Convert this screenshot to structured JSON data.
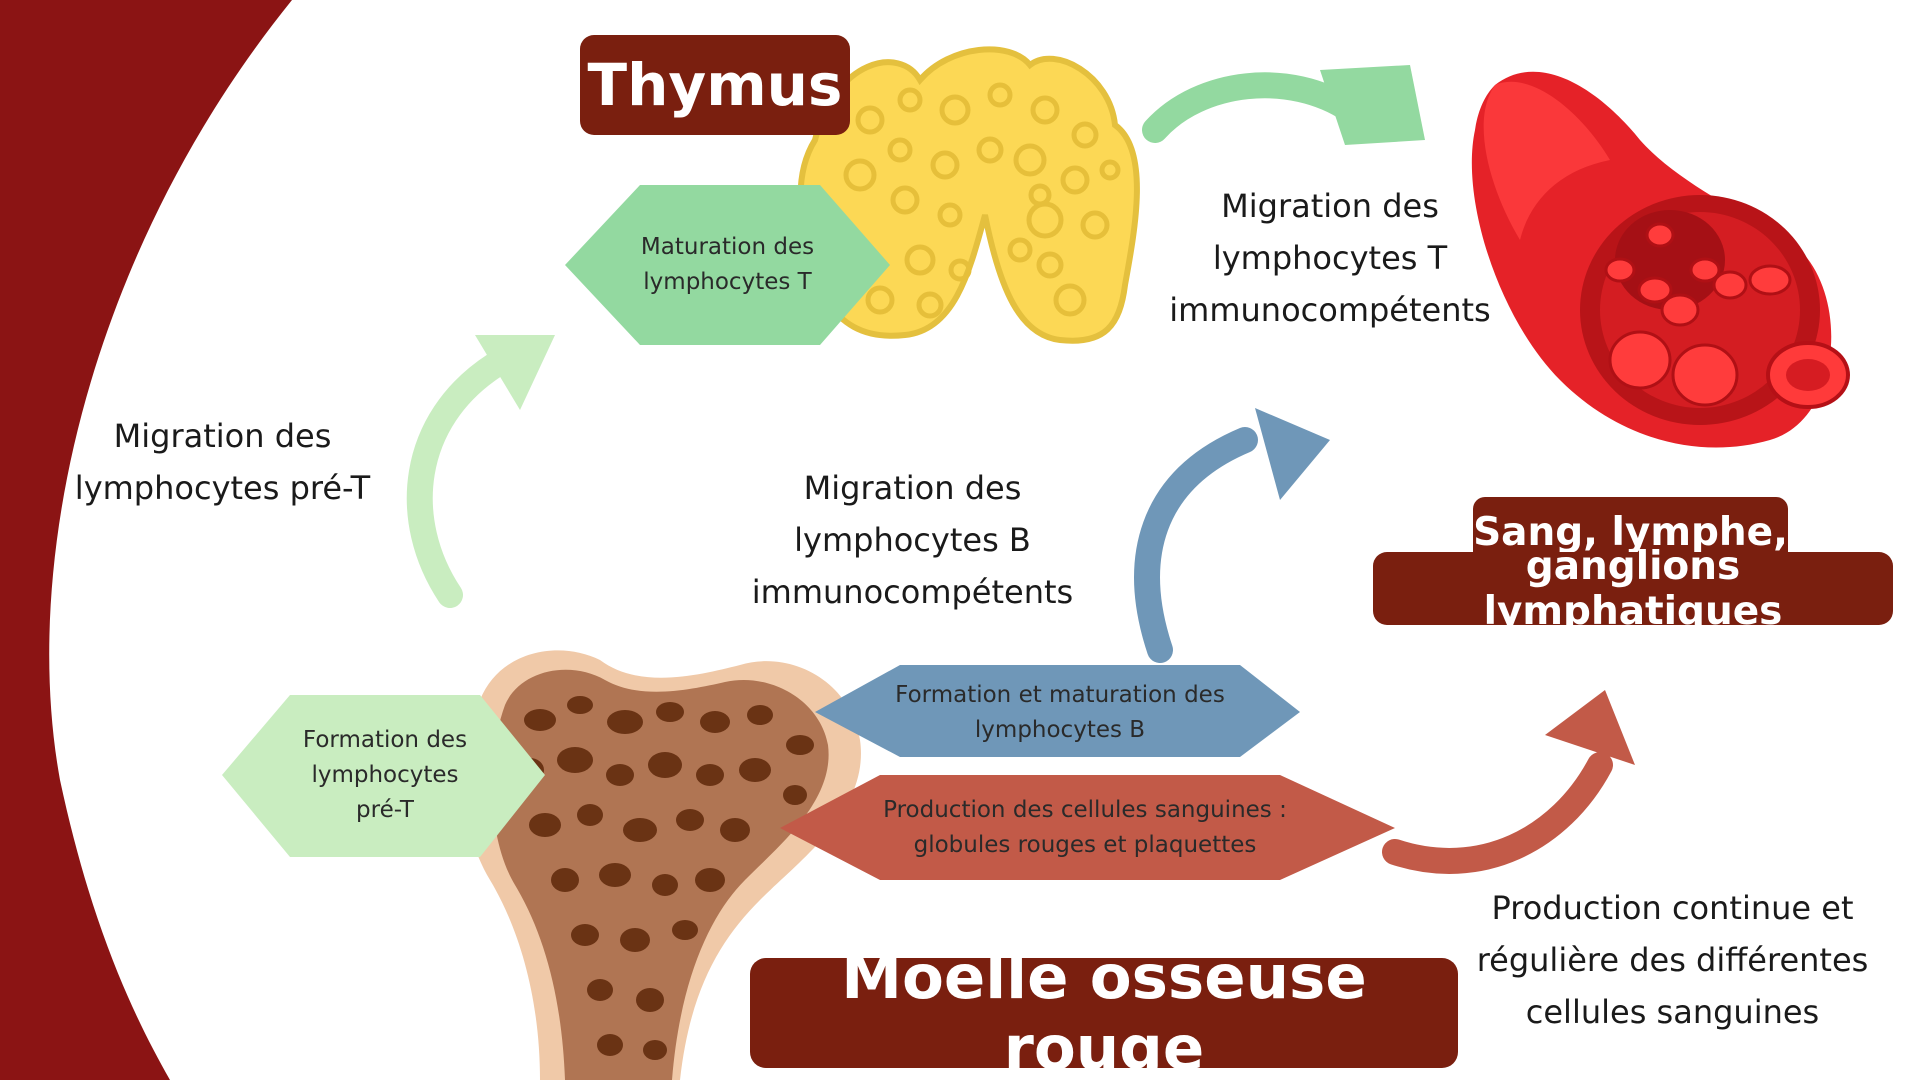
{
  "titles": {
    "thymus": "Thymus",
    "moelle": "Moelle osseuse rouge",
    "sang_line1": "Sang, lymphe,",
    "sang_line2": "ganglions lymphatiques"
  },
  "hexagons": {
    "maturation_t": "Maturation des\nlymphocytes T",
    "formation_pre_t": "Formation des\nlymphocytes\npré-T",
    "formation_b": "Formation et maturation des\nlymphocytes B",
    "production_sang": "Production des cellules sanguines :\nglobules rouges et plaquettes"
  },
  "labels": {
    "migration_t": "Migration des\nlymphocytes T\nimmunocompétents",
    "migration_pre_t": "Migration des\nlymphocytes pré-T",
    "migration_b": "Migration des\nlymphocytes B\nimmunocompétents",
    "production_continue": "Production continue et\nrégulière des différentes\ncellules sanguines"
  },
  "colors": {
    "background_band": "#8b1414",
    "title_box": "#7a1f0f",
    "hex_green_dark": "#93d9a0",
    "hex_green_light": "#c9edc0",
    "hex_blue": "#6f97b8",
    "hex_red": "#c25a48",
    "arrow_green": "#93d9a0",
    "arrow_green_light": "#c9edc0",
    "arrow_blue": "#6f97b8",
    "arrow_red": "#c25a48",
    "thymus_yellow": "#fcd855",
    "blood_red": "#e52228"
  }
}
